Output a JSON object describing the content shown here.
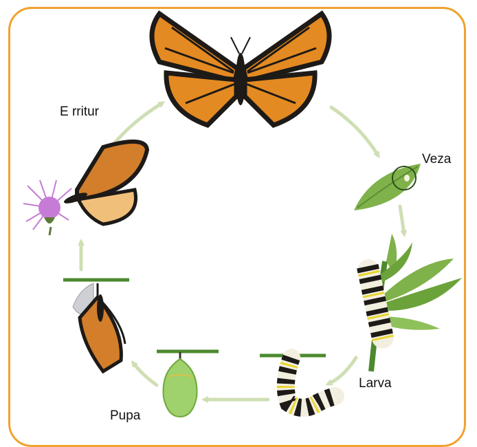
{
  "diagram": {
    "labels": {
      "adult": "E rritur",
      "egg": "Veza",
      "larva": "Larva",
      "pupa": "Pupa"
    },
    "stages": [
      "butterfly-adult",
      "egg-on-leaf",
      "caterpillar-on-milkweed",
      "hanging-caterpillar",
      "chrysalis",
      "emerging-butterfly",
      "butterfly-on-flower"
    ],
    "colors": {
      "frame": "#f0a12d",
      "arrow": "#cfdfb4",
      "wing_orange": "#e48a22",
      "wing_black": "#1d1a17",
      "leaf_green": "#7fb24a",
      "chrysalis_green": "#9fd16c",
      "flower_purple": "#c67bd6"
    }
  }
}
